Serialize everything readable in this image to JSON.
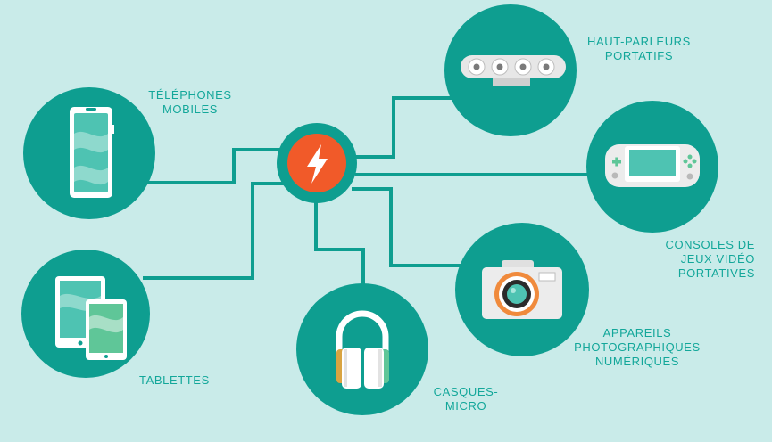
{
  "colors": {
    "background": "#c9ebe9",
    "circle": "#0e9e90",
    "wire": "#0e9e90",
    "hub": "#f15a29",
    "label": "#13a79a"
  },
  "hub": {
    "icon": "lightning-bolt-icon"
  },
  "devices": [
    {
      "id": "phones",
      "icon": "smartphone-icon",
      "label_lines": [
        "TÉLÉPHONES",
        "MOBILES"
      ]
    },
    {
      "id": "tablets",
      "icon": "tablets-icon",
      "label_lines": [
        "TABLETTES"
      ]
    },
    {
      "id": "headsets",
      "icon": "headphones-icon",
      "label_lines": [
        "CASQUES-",
        "MICRO"
      ]
    },
    {
      "id": "speakers",
      "icon": "speaker-bar-icon",
      "label_lines": [
        "HAUT-PARLEURS",
        "PORTATIFS"
      ]
    },
    {
      "id": "consoles",
      "icon": "game-console-icon",
      "label_lines": [
        "CONSOLES DE",
        "JEUX VIDÉO",
        "PORTATIVES"
      ]
    },
    {
      "id": "cameras",
      "icon": "camera-icon",
      "label_lines": [
        "APPAREILS",
        "PHOTOGRAPHIQUES",
        "NUMÉRIQUES"
      ]
    }
  ]
}
